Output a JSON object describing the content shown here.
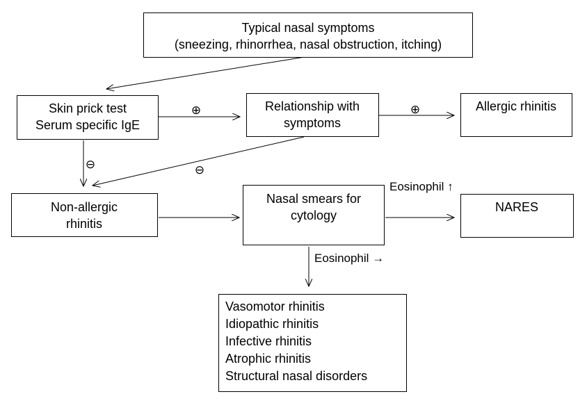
{
  "nodes": {
    "symptoms": {
      "lines": [
        "Typical nasal symptoms",
        "(sneezing, rhinorrhea, nasal obstruction, itching)"
      ]
    },
    "skin_test": {
      "lines": [
        "Skin prick test",
        "Serum specific IgE"
      ]
    },
    "relationship": {
      "lines": [
        "Relationship with",
        "symptoms"
      ]
    },
    "allergic": {
      "lines": [
        "Allergic rhinitis"
      ]
    },
    "non_allergic": {
      "lines": [
        "Non-allergic",
        "rhinitis"
      ]
    },
    "smears": {
      "lines": [
        "Nasal smears for",
        "cytology"
      ]
    },
    "nares": {
      "lines": [
        "NARES"
      ]
    },
    "others": {
      "lines": [
        "Vasomotor rhinitis",
        "Idiopathic rhinitis",
        "Infective rhinitis",
        "Atrophic rhinitis",
        "Structural nasal disorders"
      ]
    }
  },
  "edges": {
    "skin_to_relationship": "⊕",
    "relationship_to_allergic": "⊕",
    "skin_to_non_allergic": "⊖",
    "relationship_to_non_allergic": "⊖",
    "smears_to_nares": "Eosinophil ↑",
    "smears_to_others": "Eosinophil →"
  },
  "colors": {
    "stroke": "#000000",
    "background": "#ffffff"
  }
}
